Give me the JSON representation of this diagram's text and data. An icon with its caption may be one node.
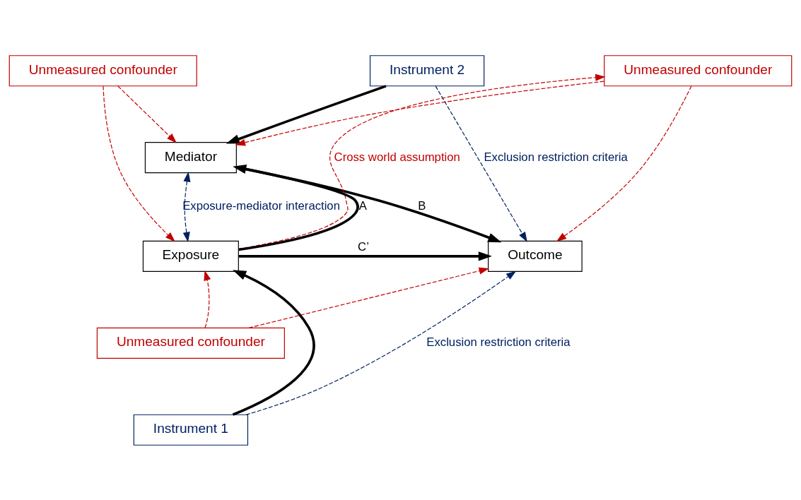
{
  "diagram": {
    "nodes": [
      {
        "text": [
          "Unmeasured confounder"
        ]
      },
      {
        "text": [
          "Instrument 2"
        ]
      },
      {
        "text": [
          "Unmeasured confounder"
        ]
      },
      {
        "text": [
          "Mediator"
        ]
      },
      {
        "text": [
          "Exposure"
        ]
      },
      {
        "text": [
          "Outcome"
        ]
      },
      {
        "text": [
          "Unmeasured confounder"
        ]
      },
      {
        "text": [
          "Instrument 1"
        ]
      }
    ],
    "edges": [
      {
        "from": 4,
        "to": 0,
        "arrow": "to",
        "label": "Cross world assumption",
        "style": "dashed",
        "color": "#c00000"
      },
      {
        "from": 0,
        "to": 3,
        "arrow": "to",
        "style": "dashed",
        "color": "#c00000"
      },
      {
        "from": 0,
        "to": 5,
        "arrow": "to",
        "style": "dashed",
        "color": "#c00000"
      },
      {
        "from": 1,
        "to": 3,
        "arrow": "to",
        "style": "thick",
        "color": "#000000"
      },
      {
        "from": 1,
        "to": 5,
        "arrow": "to",
        "label": "Exclusion restriction criteria",
        "style": "dashed",
        "color": "#002060"
      },
      {
        "from": 2,
        "to": 3,
        "arrow": "to",
        "style": "dashed",
        "color": "#c00000"
      },
      {
        "from": 2,
        "to": 4,
        "arrow": "to",
        "style": "dashed",
        "color": "#c00000"
      },
      {
        "from": 4,
        "to": 3,
        "arrow": "to",
        "label": "A",
        "style": "thick",
        "color": "#000000"
      },
      {
        "from": 3,
        "to": 5,
        "arrow": "to",
        "label": "B",
        "style": "thick",
        "color": "#000000"
      },
      {
        "from": 3,
        "to": 4,
        "arrow": "both",
        "label": "Exposure-mediator interaction",
        "style": "dashed",
        "color": "#002060"
      },
      {
        "from": 4,
        "to": 5,
        "arrow": "to",
        "label": "C’",
        "style": "thick",
        "color": "#000000"
      },
      {
        "from": 6,
        "to": 4,
        "arrow": "to",
        "style": "dashed",
        "color": "#c00000"
      },
      {
        "from": 6,
        "to": 5,
        "arrow": "to",
        "style": "dashed",
        "color": "#c00000"
      },
      {
        "from": 7,
        "to": 4,
        "arrow": "to",
        "style": "thick",
        "color": "#000000"
      },
      {
        "from": 7,
        "to": 5,
        "arrow": "to",
        "label": "Exclusion restriction criteria",
        "style": "dashed",
        "color": "#002060"
      }
    ]
  }
}
